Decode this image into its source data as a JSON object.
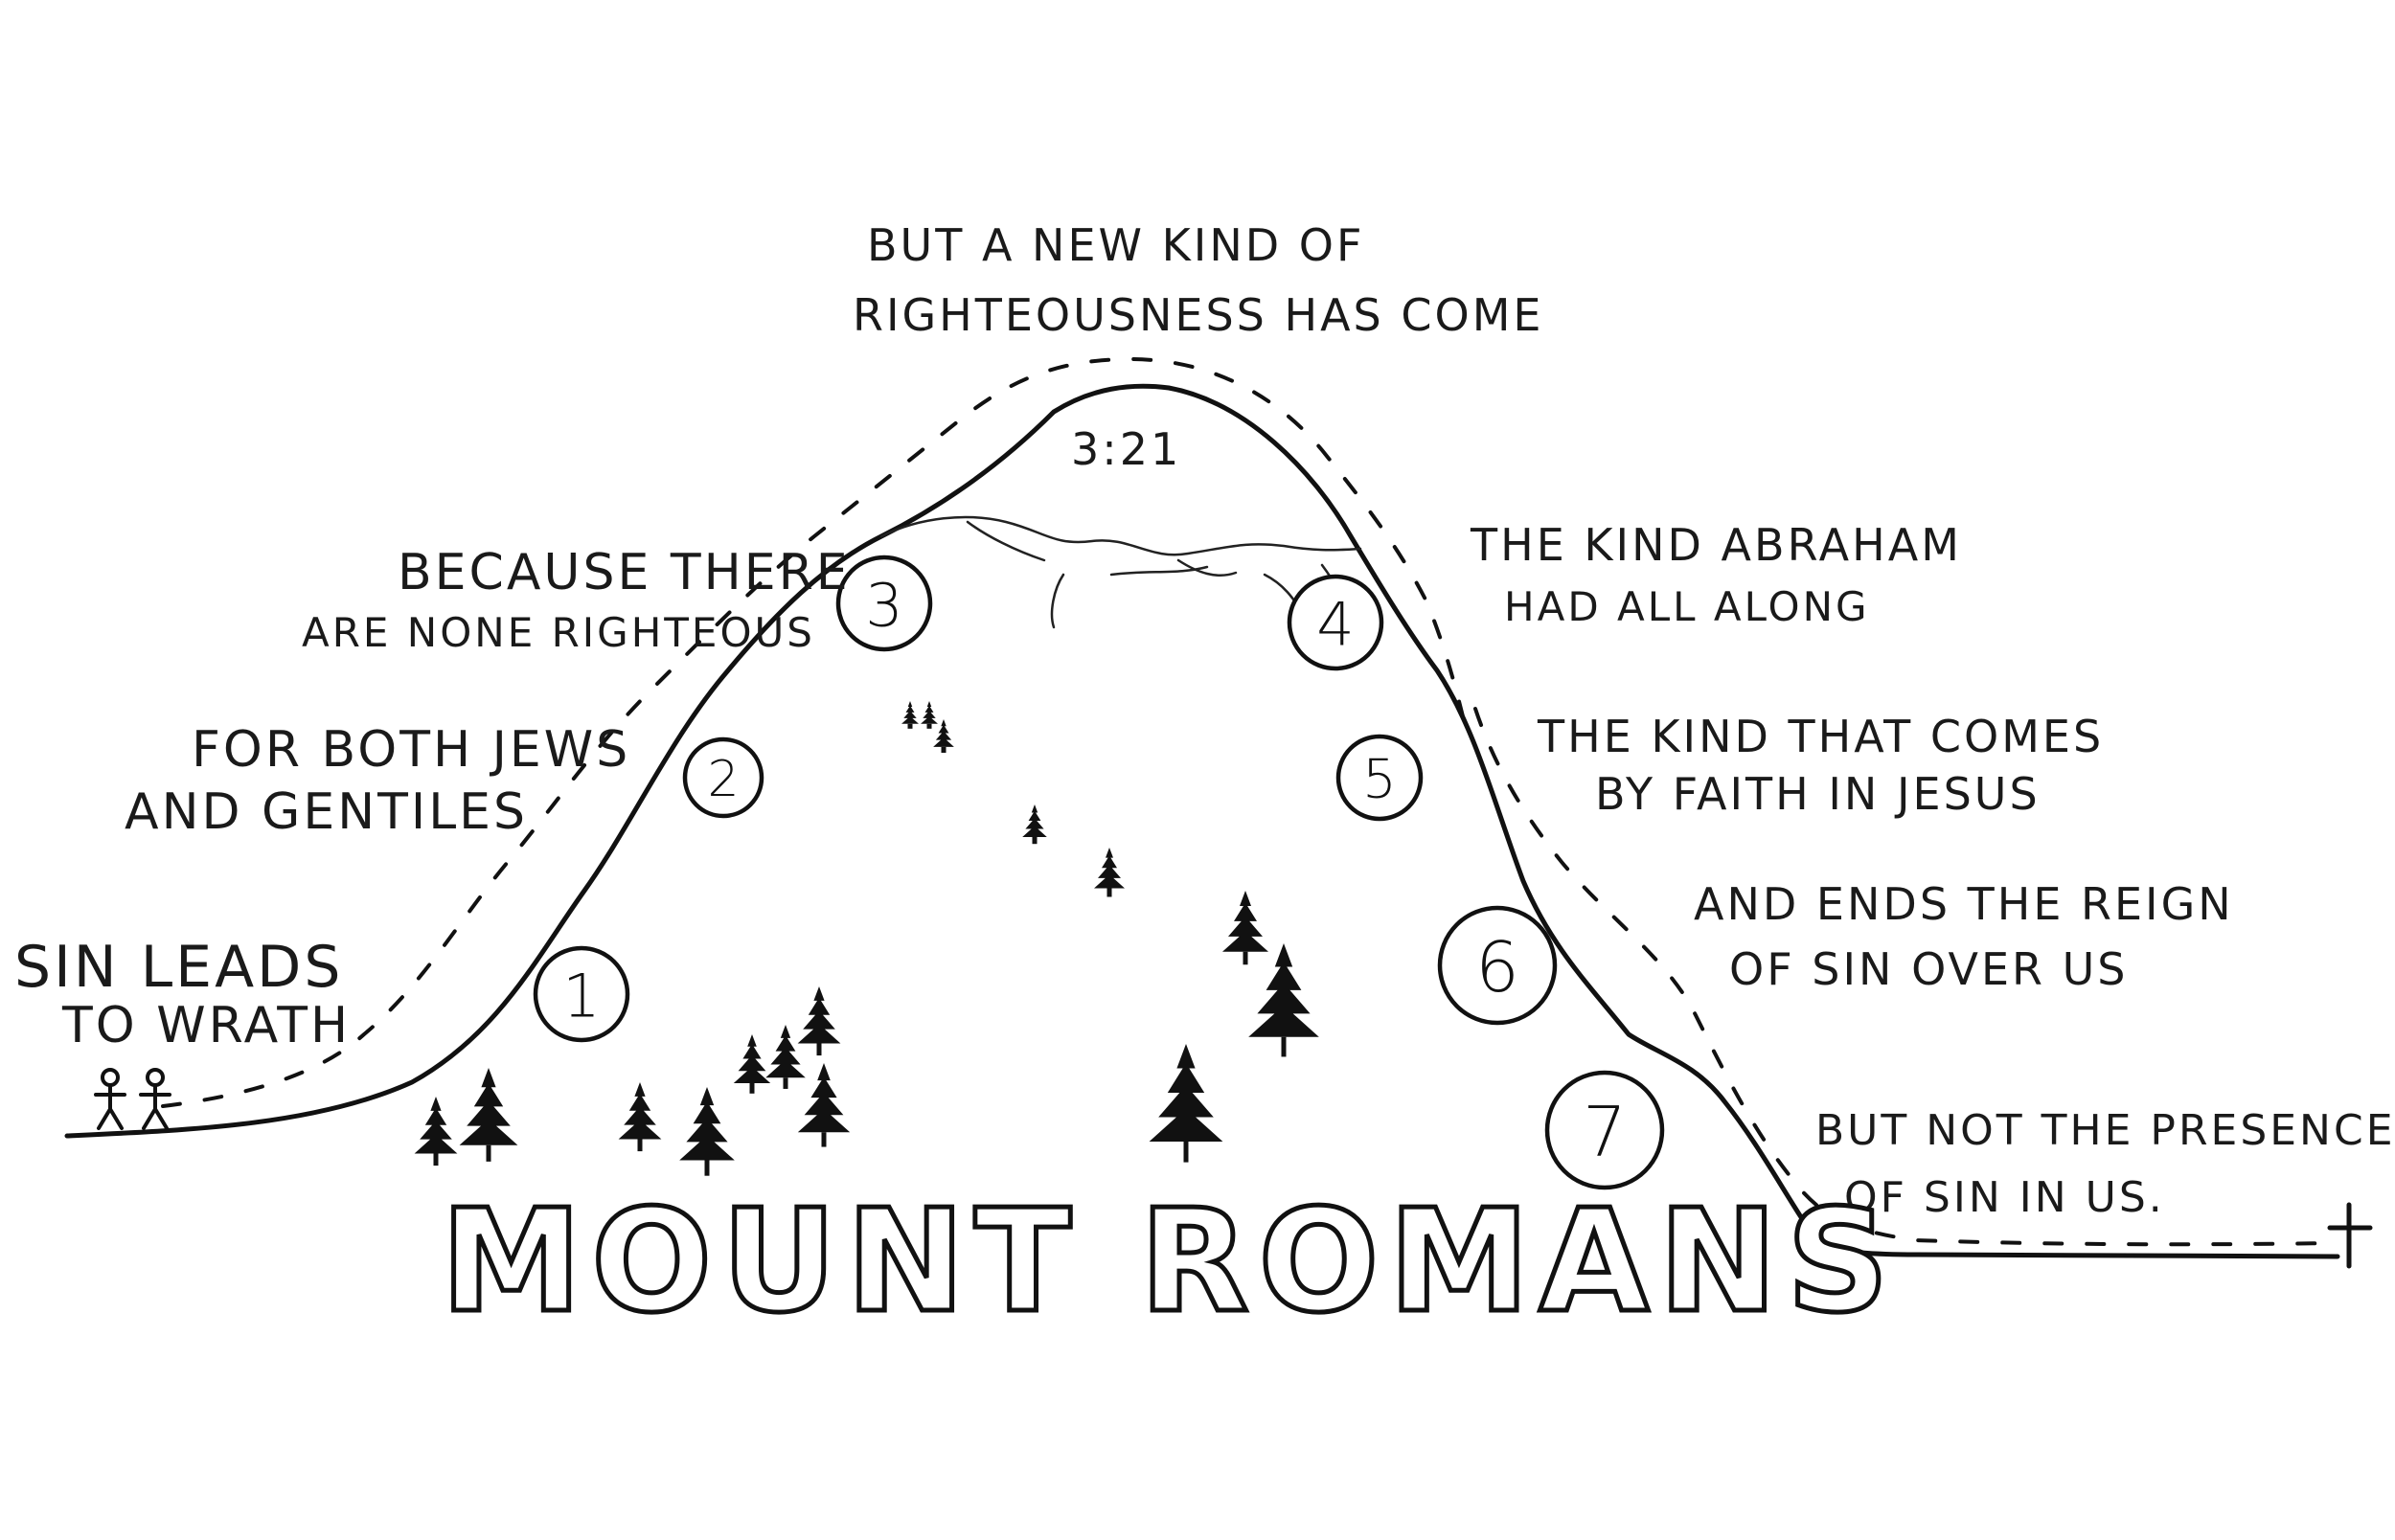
{
  "title": "MOUNT ROMANS",
  "summit": {
    "caption_line1": "BUT A NEW KIND OF",
    "caption_line2": "RIGHTEOUSNESS HAS COME",
    "reference": "3:21"
  },
  "steps": [
    {
      "number": "1",
      "line1": "SIN LEADS",
      "line2": "TO WRATH"
    },
    {
      "number": "2",
      "line1": "FOR BOTH JEWS",
      "line2": "AND GENTILES"
    },
    {
      "number": "3",
      "line1": "BECAUSE THERE",
      "line2": "ARE NONE RIGHTEOUS"
    },
    {
      "number": "4",
      "line1": "THE KIND ABRAHAM",
      "line2": "HAD ALL ALONG"
    },
    {
      "number": "5",
      "line1": "THE KIND THAT COMES",
      "line2": "BY FAITH IN JESUS"
    },
    {
      "number": "6",
      "line1": "AND ENDS THE REIGN",
      "line2": "OF SIN OVER US"
    },
    {
      "number": "7",
      "line1": "BUT NOT THE PRESENCE",
      "line2": "OF SIN IN US."
    }
  ],
  "icons": {
    "cross": "cross-icon",
    "people": "stick-figures-icon",
    "trees": "pine-tree-icon"
  },
  "colors": {
    "ink": "#111111",
    "paper": "#ffffff"
  }
}
